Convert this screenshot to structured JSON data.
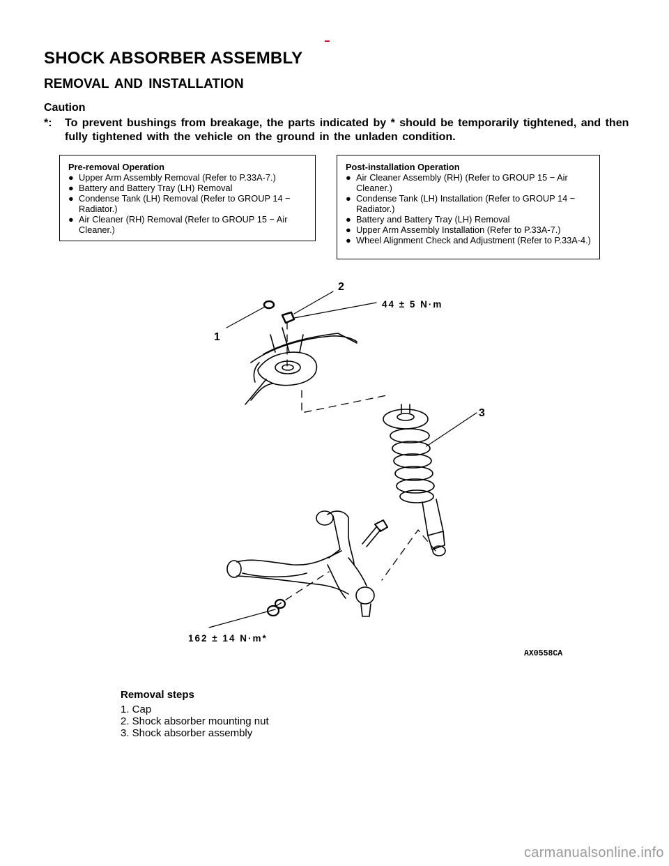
{
  "page": {
    "title": "SHOCK ABSORBER ASSEMBLY",
    "section_heading": "REMOVAL AND INSTALLATION",
    "caution_label": "Caution",
    "caution_marker": "*:",
    "caution_text": "To prevent bushings from breakage, the parts indicated by * should be temporarily tightened, and then fully tightened with the vehicle on the ground in the unladen condition.",
    "accent_color": "#e0102a"
  },
  "pre_removal": {
    "title": "Pre-removal Operation",
    "bullet": "●",
    "items": [
      "Upper Arm Assembly Removal (Refer to P.33A-7.)",
      "Battery and Battery Tray (LH) Removal",
      "Condense Tank (LH) Removal (Refer to GROUP 14 − Radiator.)",
      "Air Cleaner (RH) Removal (Refer to GROUP 15 − Air Cleaner.)"
    ]
  },
  "post_installation": {
    "title": "Post-installation Operation",
    "bullet": "●",
    "items": [
      "Air Cleaner Assembly (RH) (Refer to GROUP 15 − Air Cleaner.)",
      "Condense Tank (LH) Installation (Refer to GROUP 14 − Radiator.)",
      "Battery and Battery Tray (LH) Removal",
      "Upper Arm Assembly Installation (Refer to P.33A-7.)",
      "Wheel Alignment Check and Adjustment (Refer to P.33A-4.)"
    ]
  },
  "figure": {
    "callouts": [
      "1",
      "2",
      "3"
    ],
    "torque_upper": "44 ± 5 N·m",
    "torque_lower": "162 ± 14 N·m*",
    "figure_code": "AX0558CA"
  },
  "removal_steps": {
    "title": "Removal steps",
    "steps": [
      "1. Cap",
      "2. Shock absorber mounting nut",
      "3. Shock absorber assembly"
    ]
  },
  "watermark": "carmanualsonline.info"
}
